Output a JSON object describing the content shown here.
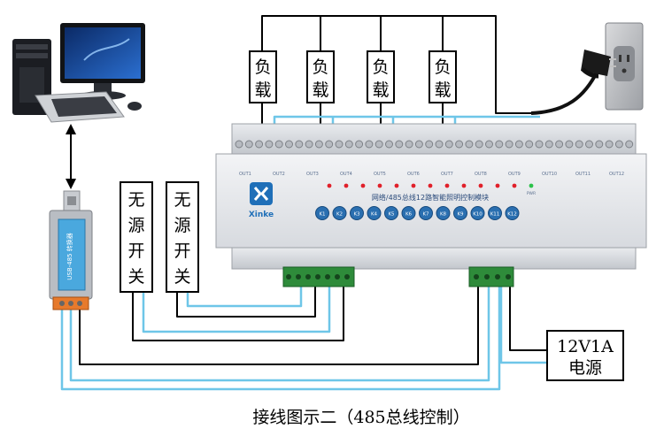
{
  "loads": [
    {
      "label": "负载"
    },
    {
      "label": "负载"
    },
    {
      "label": "负载"
    },
    {
      "label": "负载"
    }
  ],
  "switches": [
    {
      "label": "无源开关"
    },
    {
      "label": "无源开关"
    }
  ],
  "module": {
    "logo": "Xinke",
    "title": "网络/485总线12路智能照明控制模块",
    "outputs": [
      "OUT1",
      "OUT2",
      "OUT3",
      "OUT4",
      "OUT5",
      "OUT6",
      "OUT7",
      "OUT8",
      "OUT9",
      "OUT10",
      "OUT11",
      "OUT12"
    ],
    "keys": [
      "K1",
      "K2",
      "K3",
      "K4",
      "K5",
      "K6",
      "K7",
      "K8",
      "K9",
      "K10",
      "K11",
      "K12"
    ],
    "power_led": "PWR"
  },
  "converter": {
    "label": "USB-485 转换器"
  },
  "power_supply": {
    "line1": "12V1A",
    "line2": "电源"
  },
  "caption": "接线图示二（485总线控制）",
  "colors": {
    "wire_black": "#000000",
    "wire_blue": "#6ec6e8",
    "terminal_green": "#2e8b3a",
    "led_red": "#e0202a",
    "key_blue": "#2a6fb0"
  }
}
